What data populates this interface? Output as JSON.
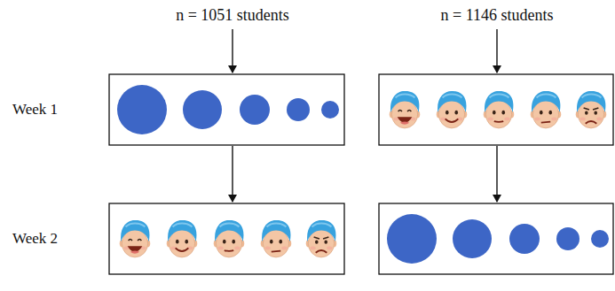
{
  "diagram": {
    "labels": [
      "n = 1051 students",
      "n = 1146 students",
      "Week 1",
      "Week 2"
    ]
  }
}
